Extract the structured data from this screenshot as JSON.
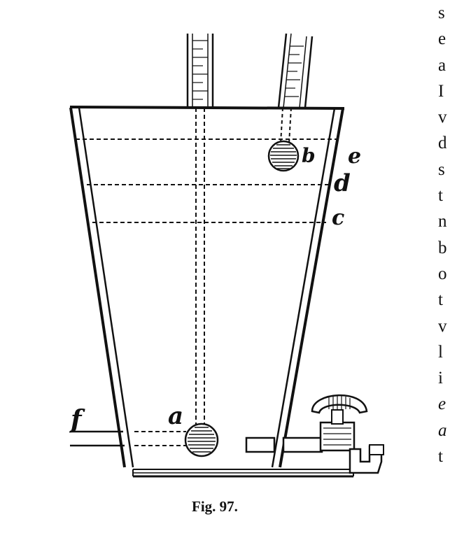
{
  "figure": {
    "caption": "Fig. 97.",
    "labels": {
      "a": "a",
      "b": "b",
      "c": "c",
      "d": "d",
      "e": "e",
      "f": "f"
    }
  },
  "side_text": {
    "lines": [
      {
        "text": "s",
        "italic": false
      },
      {
        "text": "e",
        "italic": false
      },
      {
        "text": "a",
        "italic": false
      },
      {
        "text": "I",
        "italic": false
      },
      {
        "text": "v",
        "italic": false
      },
      {
        "text": "d",
        "italic": false
      },
      {
        "text": "s",
        "italic": false
      },
      {
        "text": "t",
        "italic": false
      },
      {
        "text": "n",
        "italic": false
      },
      {
        "text": "b",
        "italic": false
      },
      {
        "text": "o",
        "italic": false
      },
      {
        "text": "t",
        "italic": false
      },
      {
        "text": "v",
        "italic": false
      },
      {
        "text": "l",
        "italic": false
      },
      {
        "text": "i",
        "italic": false
      },
      {
        "text": "e",
        "italic": true
      },
      {
        "text": "a",
        "italic": true
      },
      {
        "text": "t",
        "italic": false
      }
    ]
  }
}
